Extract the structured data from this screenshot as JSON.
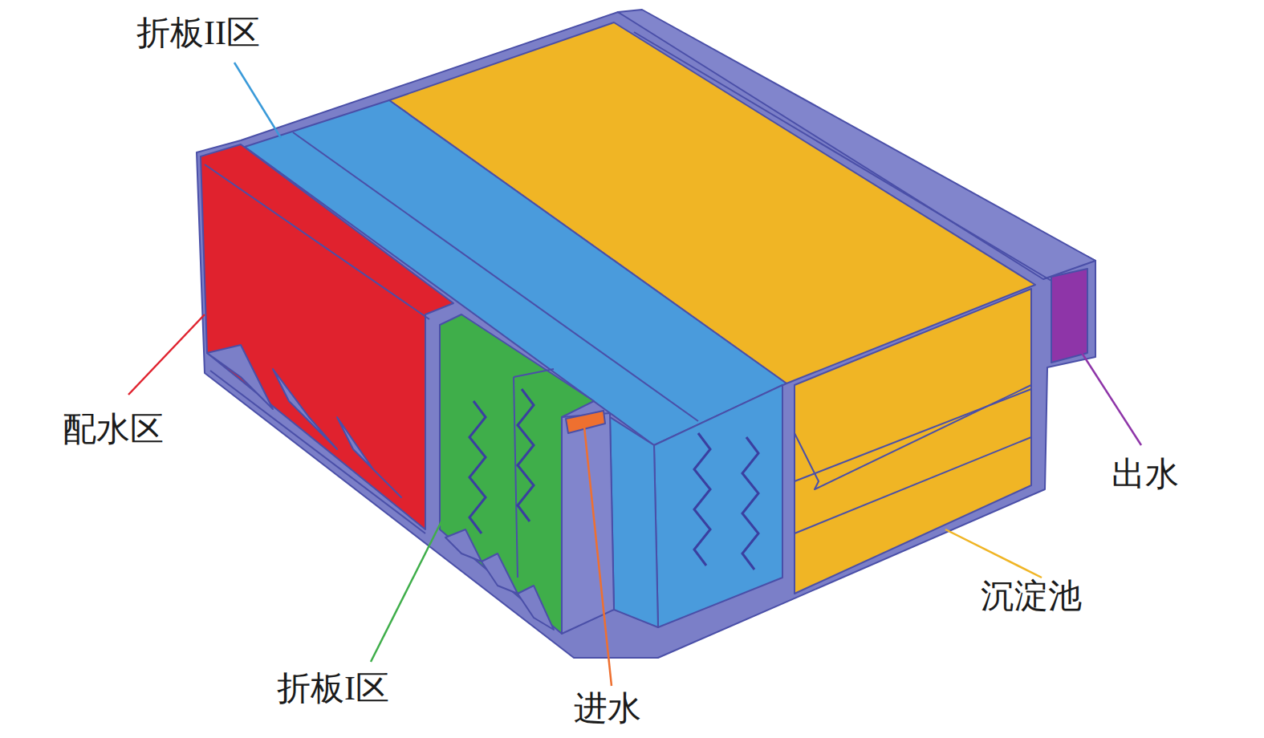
{
  "diagram": {
    "labels": [
      "折板II区",
      "配水区",
      "折板I区",
      "进水",
      "出水",
      "沉淀池"
    ]
  }
}
